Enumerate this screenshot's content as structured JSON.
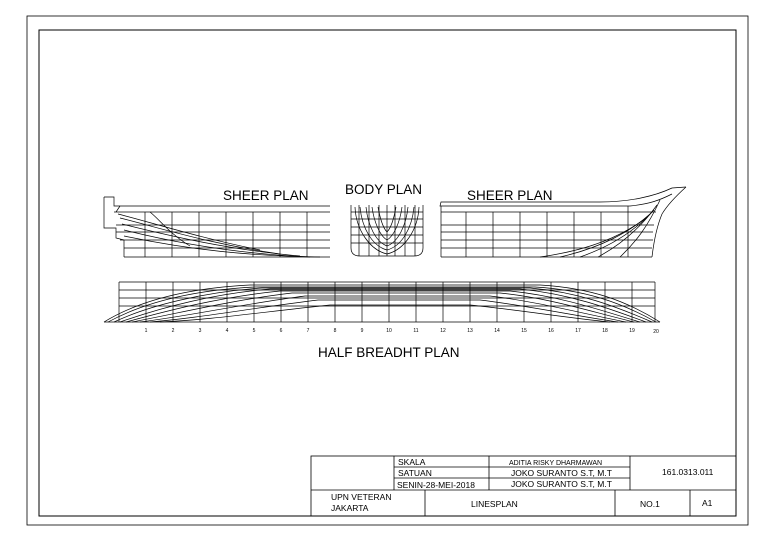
{
  "drawing": {
    "labels": {
      "sheer_plan_left": "SHEER PLAN",
      "body_plan": "BODY PLAN",
      "sheer_plan_right": "SHEER PLAN",
      "half_breadth_plan": "HALF BREADHT PLAN"
    },
    "stations": [
      "1",
      "2",
      "3",
      "4",
      "5",
      "6",
      "7",
      "8",
      "9",
      "10",
      "11",
      "12",
      "13",
      "14",
      "15",
      "16",
      "17",
      "18",
      "19",
      "20"
    ]
  },
  "title_block": {
    "skala": "SKALA",
    "satuan": "SATUAN",
    "date": "SENIN-28-MEI-2018",
    "drawn_by": "ADITIA RISKY DHARMAWAN",
    "checked_by": "JOKO SURANTO S.T, M.T",
    "approved_by": "JOKO SURANTO S.T, M.T",
    "number": "161.0313.011",
    "institution_line1": "UPN VETERAN",
    "institution_line2": "JAKARTA",
    "title": "LINESPLAN",
    "sheet_no": "NO.1",
    "paper_size": "A1"
  }
}
